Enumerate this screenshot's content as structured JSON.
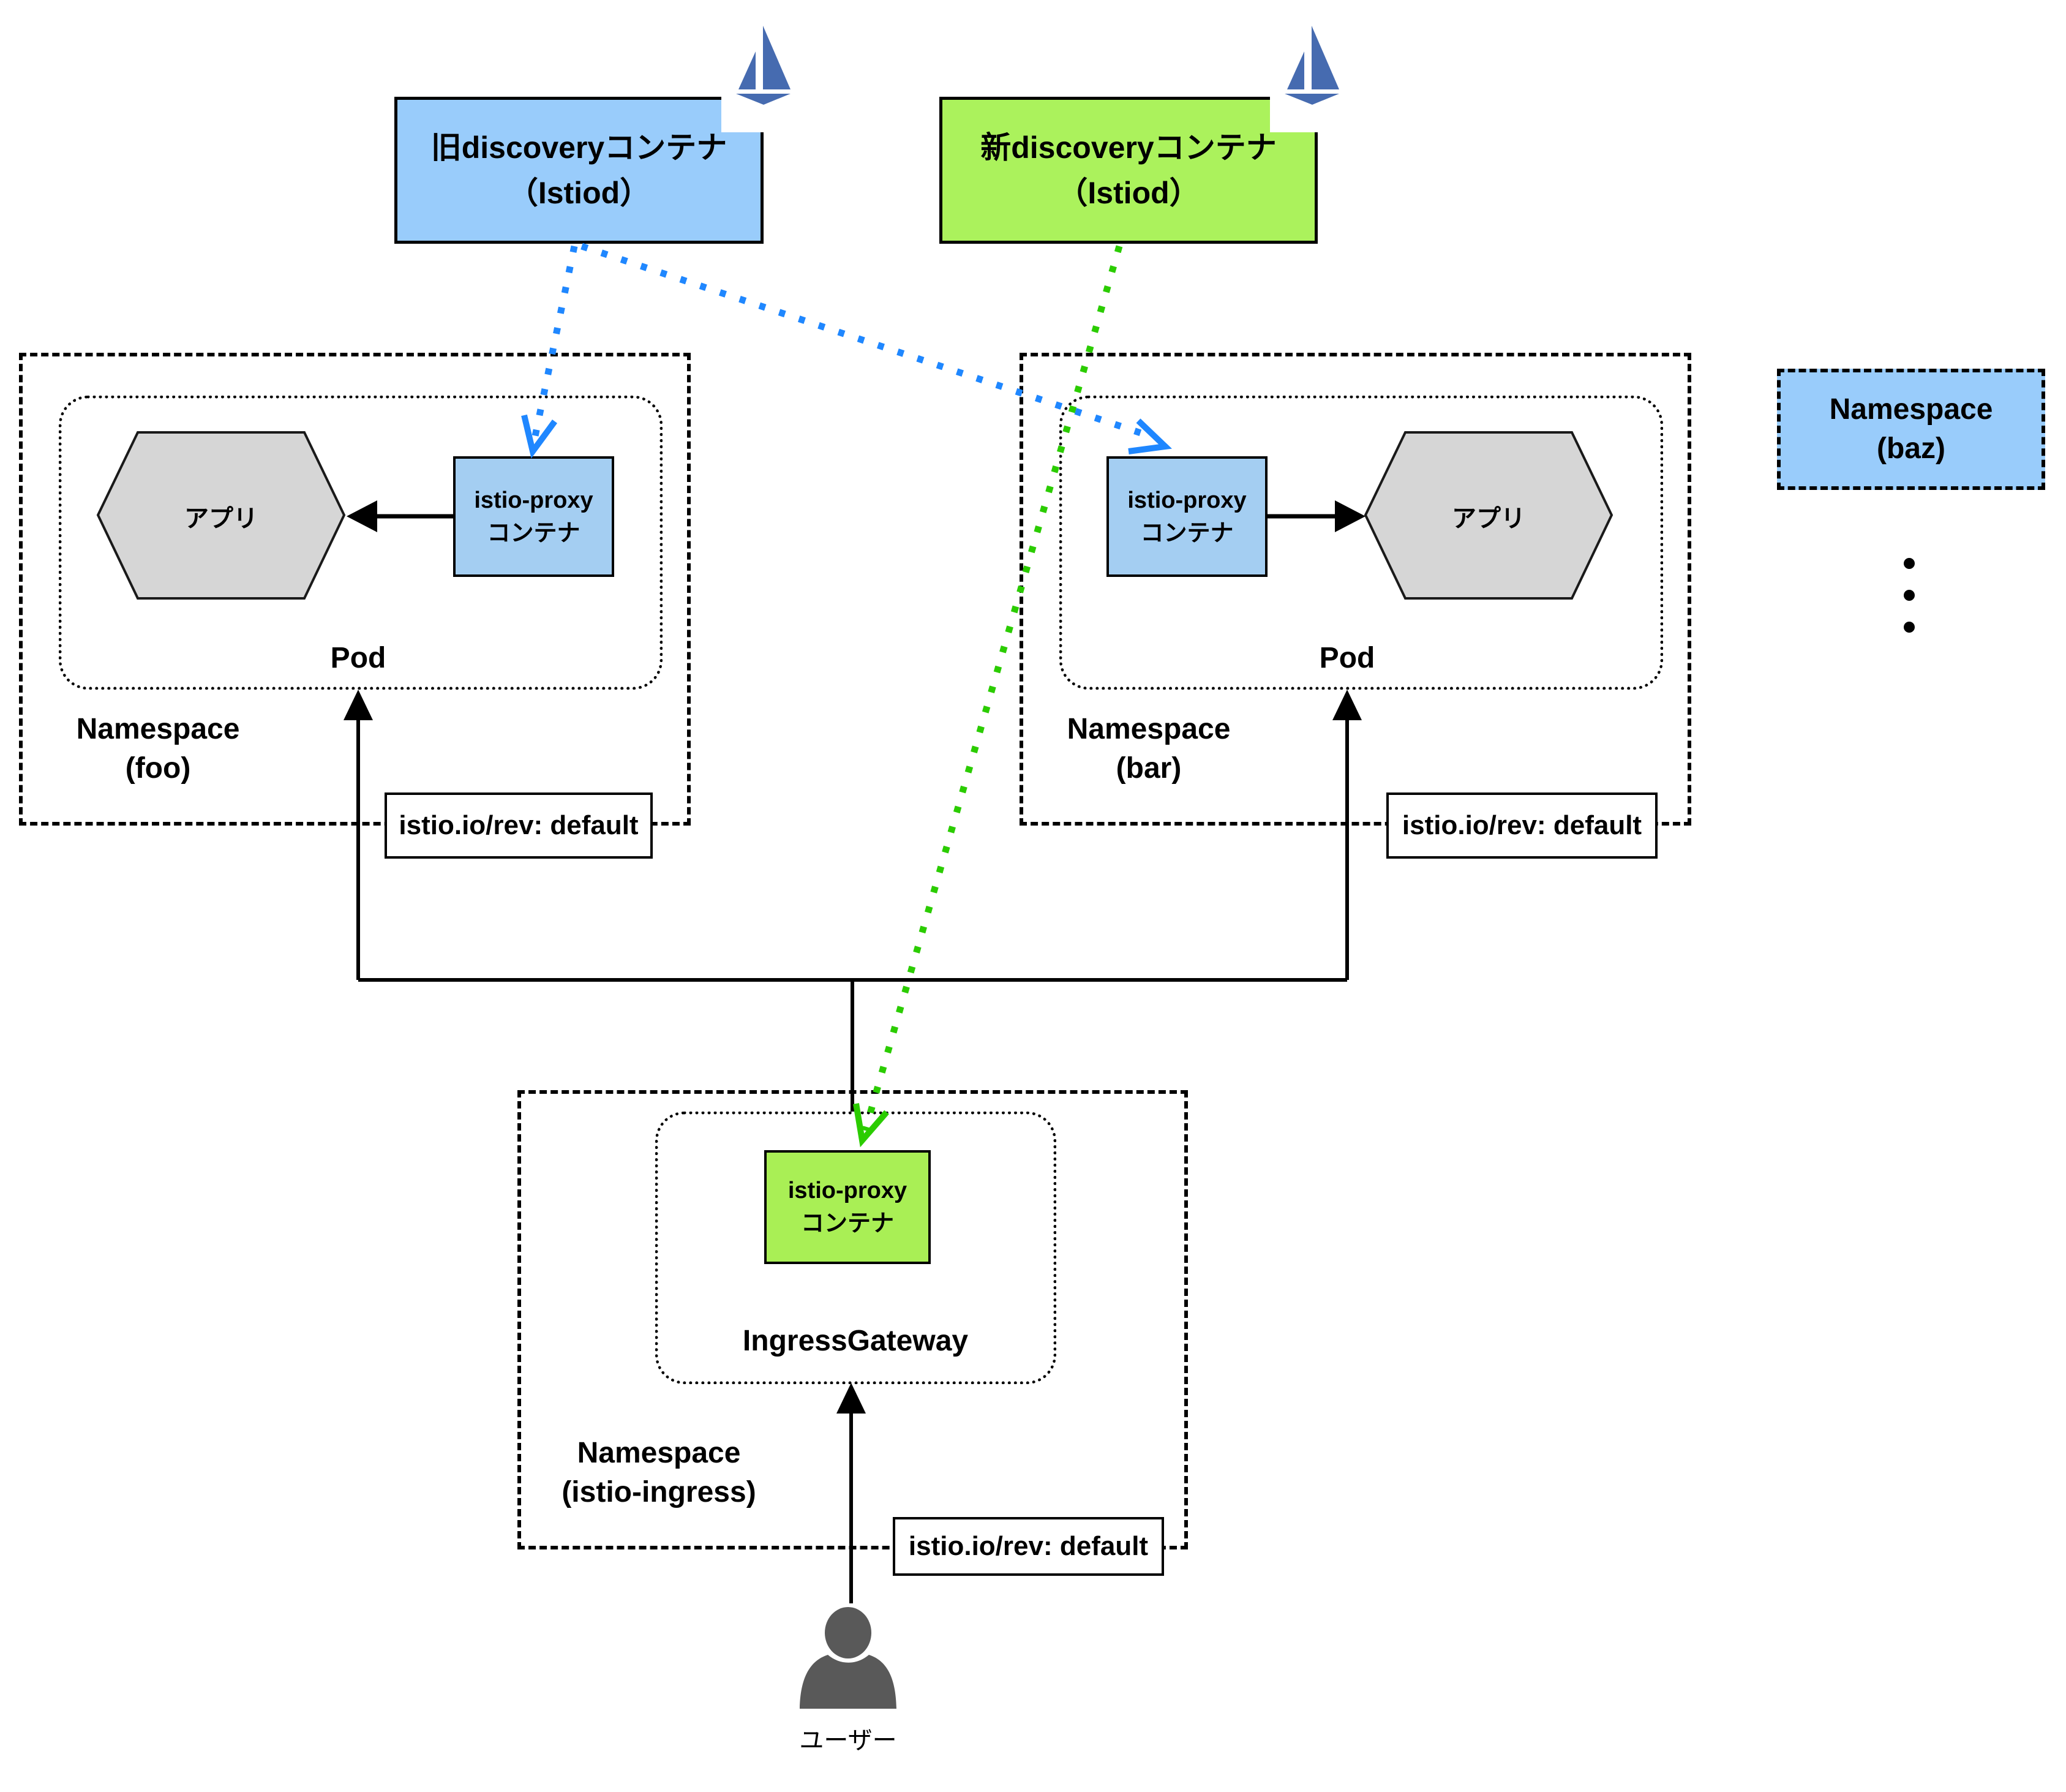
{
  "diagram": {
    "old_discovery": {
      "title": "旧discoveryコンテナ",
      "subtitle": "（Istiod）"
    },
    "new_discovery": {
      "title": "新discoveryコンテナ",
      "subtitle": "（Istiod）"
    },
    "proxy_container": {
      "line1": "istio-proxy",
      "line2": "コンテナ"
    },
    "app_label": "アプリ",
    "pod_label": "Pod",
    "namespaces": {
      "foo": {
        "line1": "Namespace",
        "line2": "(foo)"
      },
      "bar": {
        "line1": "Namespace",
        "line2": "(bar)"
      },
      "baz": {
        "line1": "Namespace",
        "line2": "(baz)"
      },
      "ingress": {
        "line1": "Namespace",
        "line2": "(istio-ingress)"
      }
    },
    "ingress_gateway_label": "IngressGateway",
    "revision_label": "istio.io/rev: default",
    "user_label": "ユーザー",
    "colors": {
      "discovery_old_fill": "#99CCFB",
      "discovery_new_fill": "#ABF25C",
      "proxy_blue_fill": "#A4CEF2",
      "proxy_green_fill": "#A9EF55",
      "namespace_baz_fill": "#99CCFB",
      "arrow_blue": "#1F87FF",
      "arrow_green": "#2BCC00",
      "istio_logo_blue": "#466BB0",
      "hexagon_fill": "#D6D6D6",
      "user_icon_gray": "#595959"
    }
  }
}
